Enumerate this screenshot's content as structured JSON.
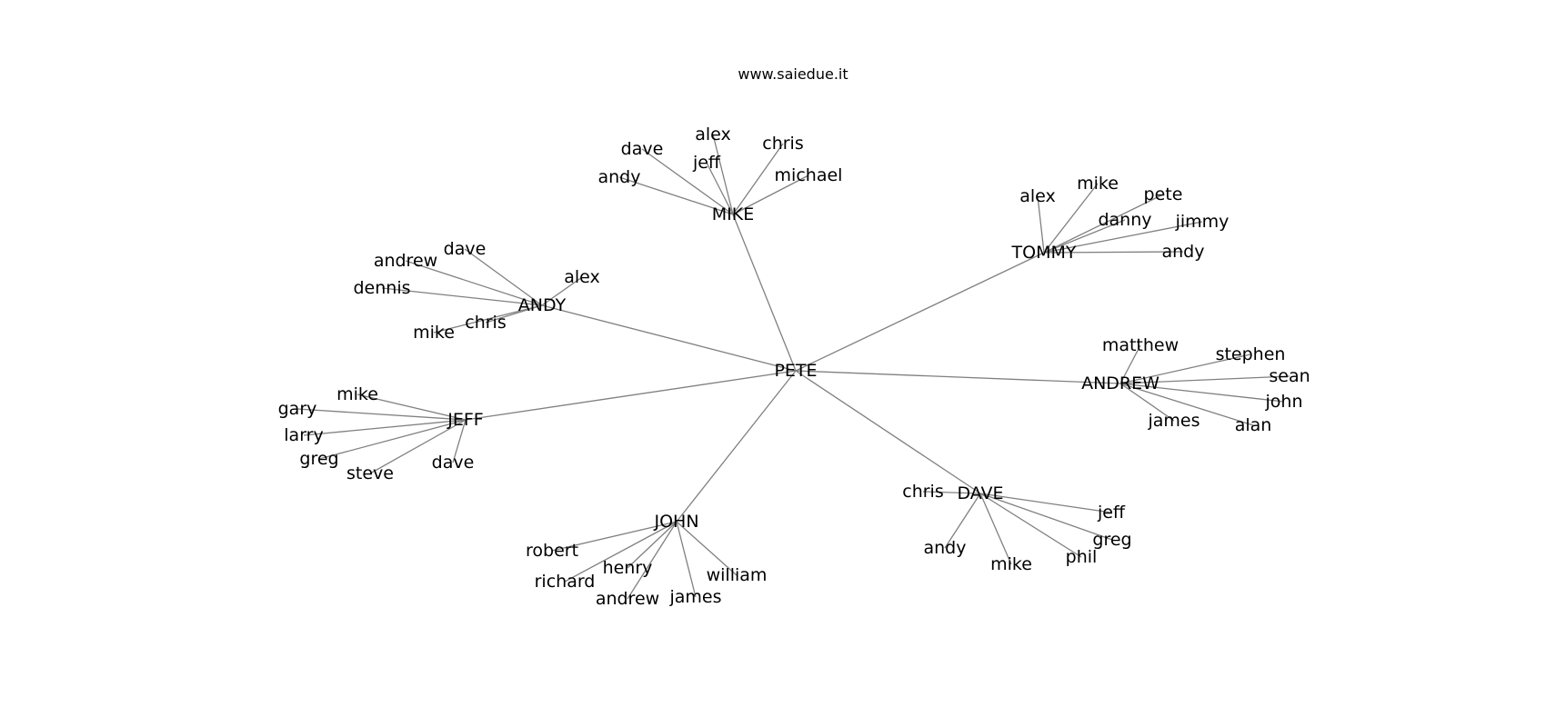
{
  "caption": "www.saiedue.it",
  "graph": {
    "root": "PETE",
    "groups": [
      {
        "hub": "MIKE",
        "leaves": [
          "alex",
          "jeff",
          "dave",
          "andy",
          "chris",
          "michael"
        ]
      },
      {
        "hub": "TOMMY",
        "leaves": [
          "alex",
          "mike",
          "pete",
          "danny",
          "jimmy",
          "andy"
        ]
      },
      {
        "hub": "ANDY",
        "leaves": [
          "dave",
          "andrew",
          "dennis",
          "alex",
          "chris",
          "mike"
        ]
      },
      {
        "hub": "ANDREW",
        "leaves": [
          "matthew",
          "stephen",
          "sean",
          "john",
          "james",
          "alan"
        ]
      },
      {
        "hub": "JEFF",
        "leaves": [
          "mike",
          "gary",
          "larry",
          "greg",
          "steve",
          "dave"
        ]
      },
      {
        "hub": "DAVE",
        "leaves": [
          "chris",
          "jeff",
          "greg",
          "andy",
          "mike",
          "phil"
        ]
      },
      {
        "hub": "JOHN",
        "leaves": [
          "robert",
          "henry",
          "richard",
          "andrew",
          "james",
          "william"
        ]
      }
    ]
  }
}
